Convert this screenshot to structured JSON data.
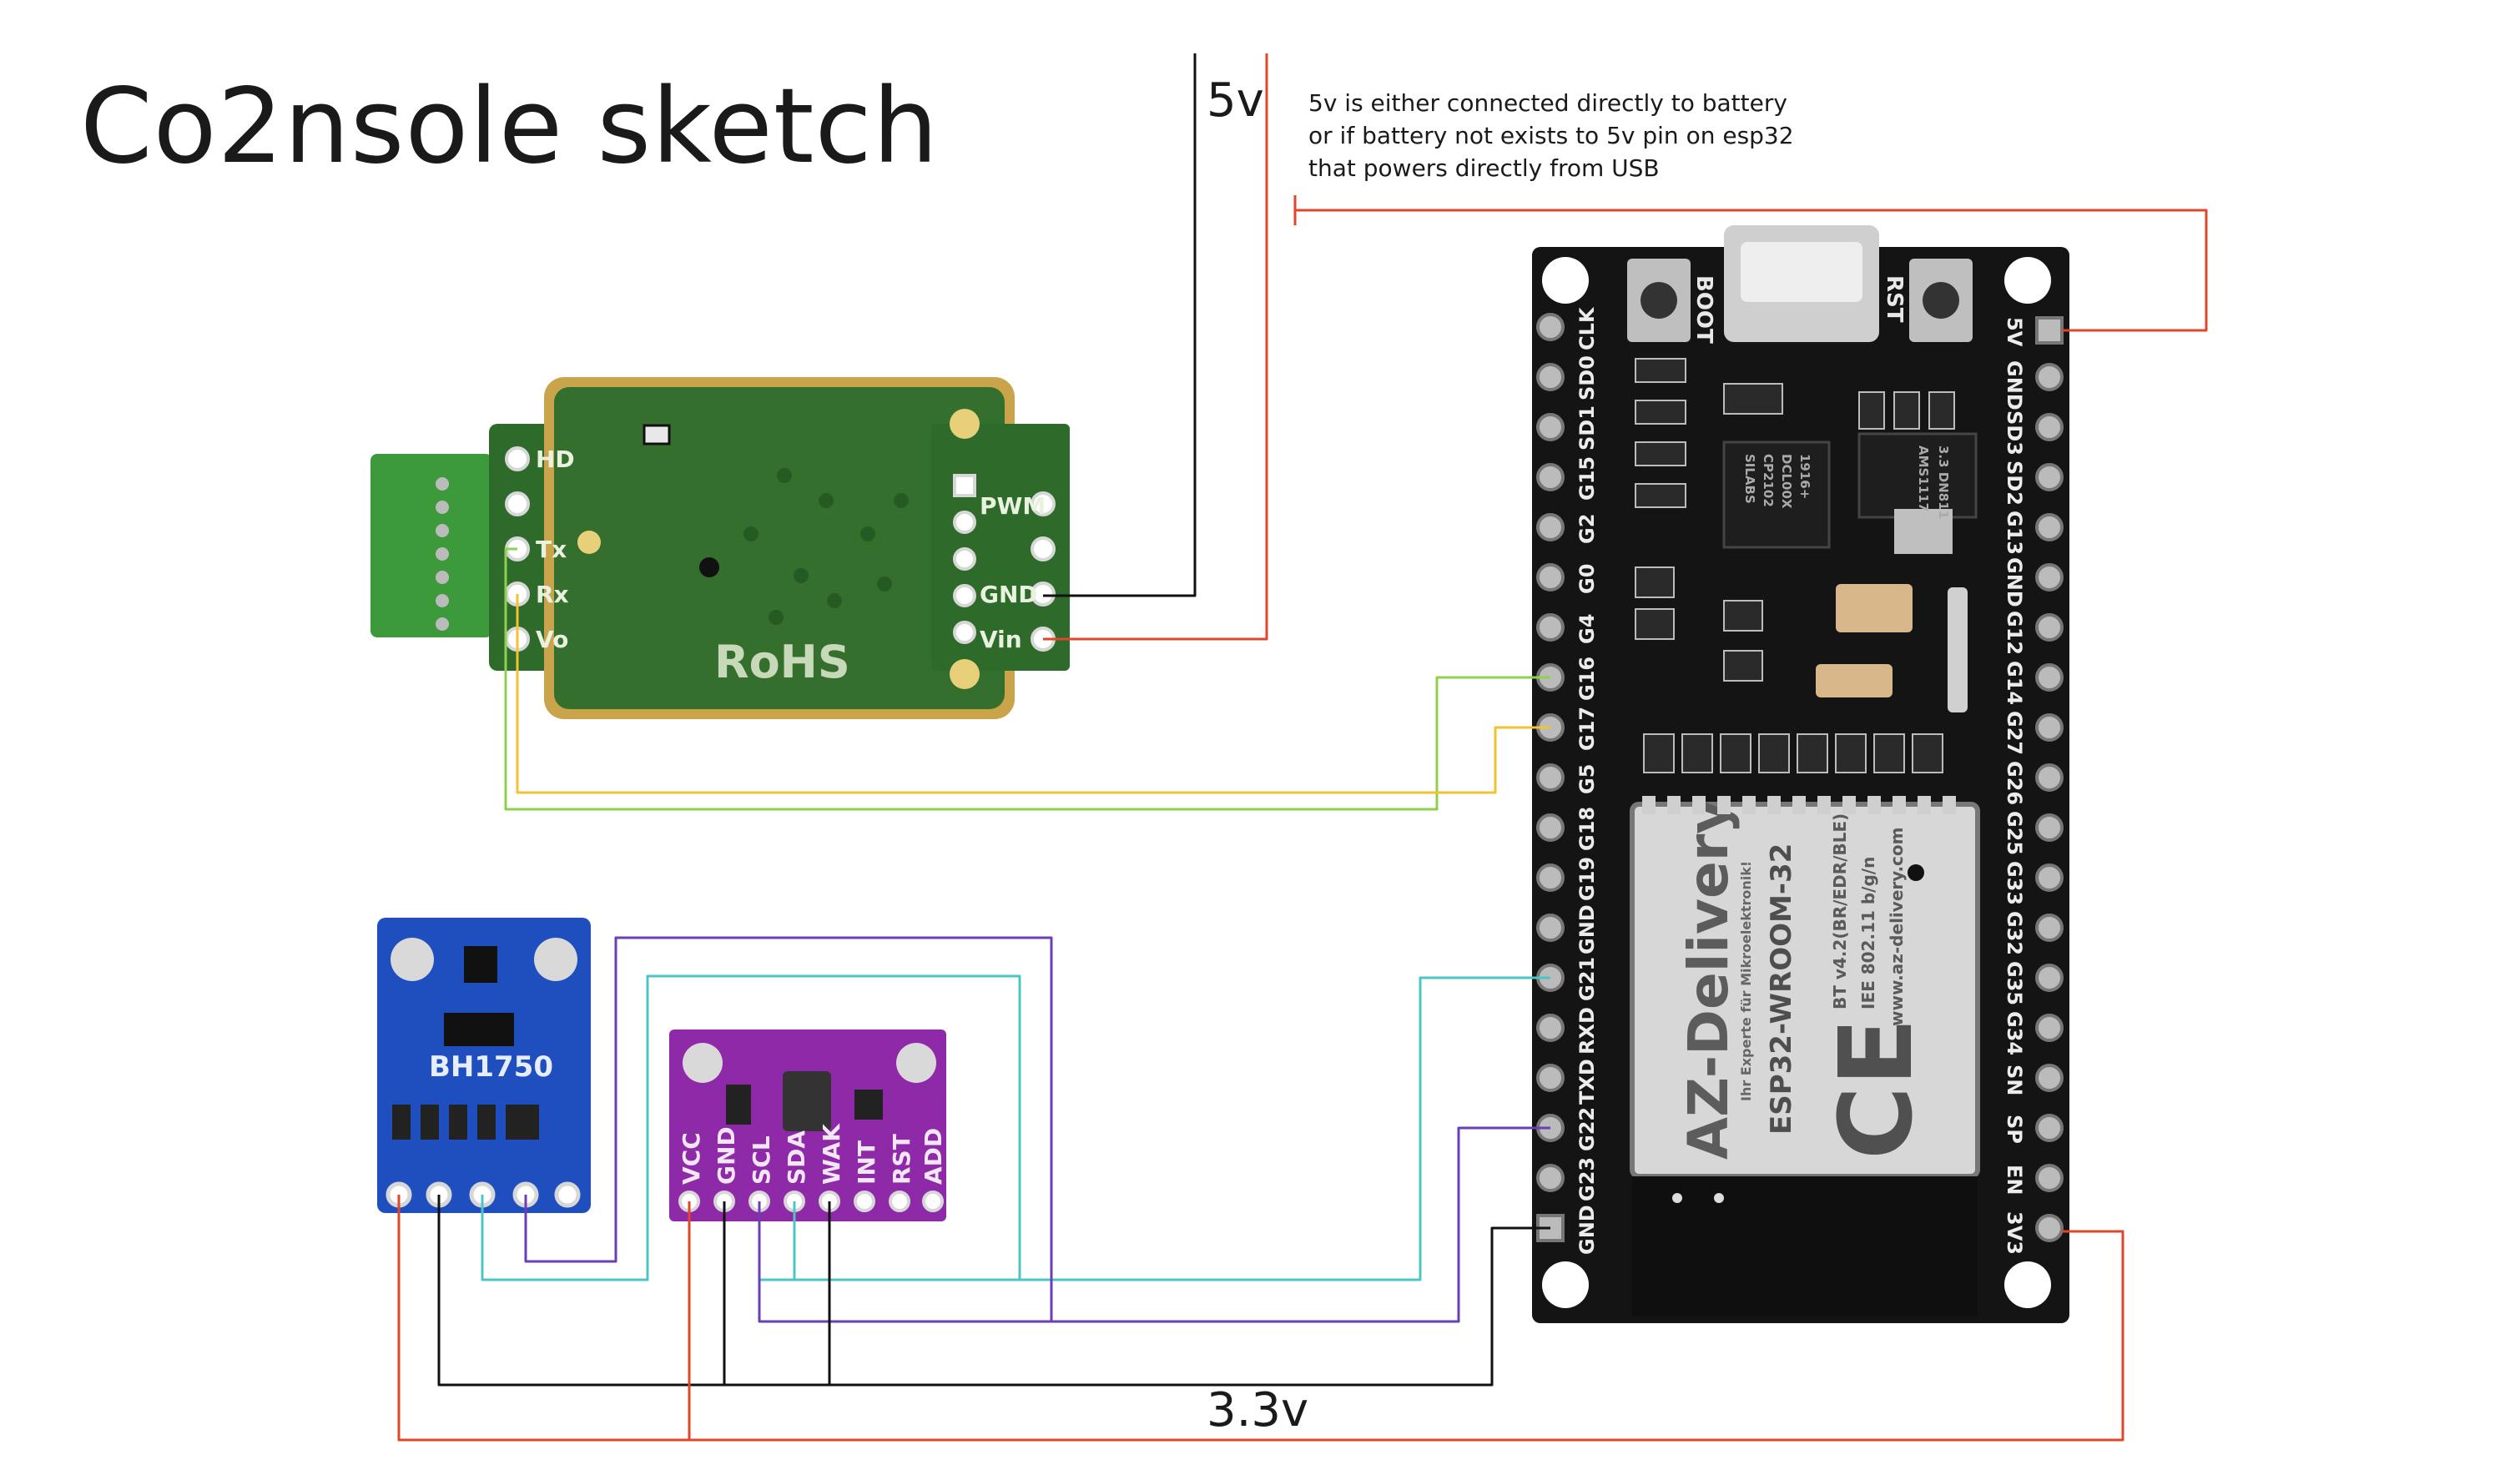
{
  "title": "Co2nsole sketch",
  "labels": {
    "five_v": "5v",
    "three_v3": "3.3v"
  },
  "note": {
    "lines": [
      "5v is either connected directly to battery",
      "or if battery not exists to 5v pin on esp32",
      "that powers directly from USB"
    ]
  },
  "co2_sensor": {
    "left_pins": [
      "HD",
      "",
      "Tx",
      "Rx",
      "Vo"
    ],
    "right_pins": [
      "PWM",
      "",
      "GND",
      "Vin"
    ],
    "marking": "RoHS"
  },
  "light_sensor": {
    "label": "BH1750"
  },
  "gesture_sensor": {
    "pins": [
      "VCC",
      "GND",
      "SCL",
      "SDA",
      "WAK",
      "INT",
      "RST",
      "ADD"
    ]
  },
  "esp32": {
    "buttons": [
      "BOOT",
      "RST"
    ],
    "left_pins": [
      "CLK",
      "SD0",
      "SD1",
      "G15",
      "G2",
      "G0",
      "G4",
      "G16",
      "G17",
      "G5",
      "G18",
      "G19",
      "GND",
      "G21",
      "RXD",
      "TXD",
      "G22",
      "G23",
      "GND"
    ],
    "right_pins": [
      "5V",
      "GND",
      "SD3",
      "SD2",
      "G13",
      "GND",
      "G12",
      "G14",
      "G27",
      "G26",
      "G25",
      "G33",
      "G32",
      "G35",
      "G34",
      "SN",
      "SP",
      "EN",
      "3V3"
    ],
    "module_brand": "AZ-Delivery",
    "module_tagline": "Ihr Experte für Mikroelektronik!",
    "module_model": "ESP32-WROOM-32",
    "module_spec1": "BT v4.2(BR/EDR/BLE)",
    "module_spec2": "IEE 802.11 b/g/n",
    "module_url": "www.az-delivery.com",
    "module_mark": "CE",
    "chip_lines": [
      "SILABS",
      "CP2102",
      "DCL00X",
      "1916+"
    ],
    "regulator_lines": [
      "AMS1117",
      "3.3 DN811"
    ]
  },
  "colors": {
    "wire_red": "#e0462a",
    "wire_black": "#111111",
    "wire_green": "#8fd14f",
    "wire_yellow": "#f2c230",
    "wire_teal": "#4ec4c4",
    "wire_purple": "#6a3fb5",
    "pcb_green": "#2e6b2a",
    "pcb_blue": "#1f4fbf",
    "pcb_purple": "#8e2aa8",
    "pcb_black": "#141414"
  }
}
